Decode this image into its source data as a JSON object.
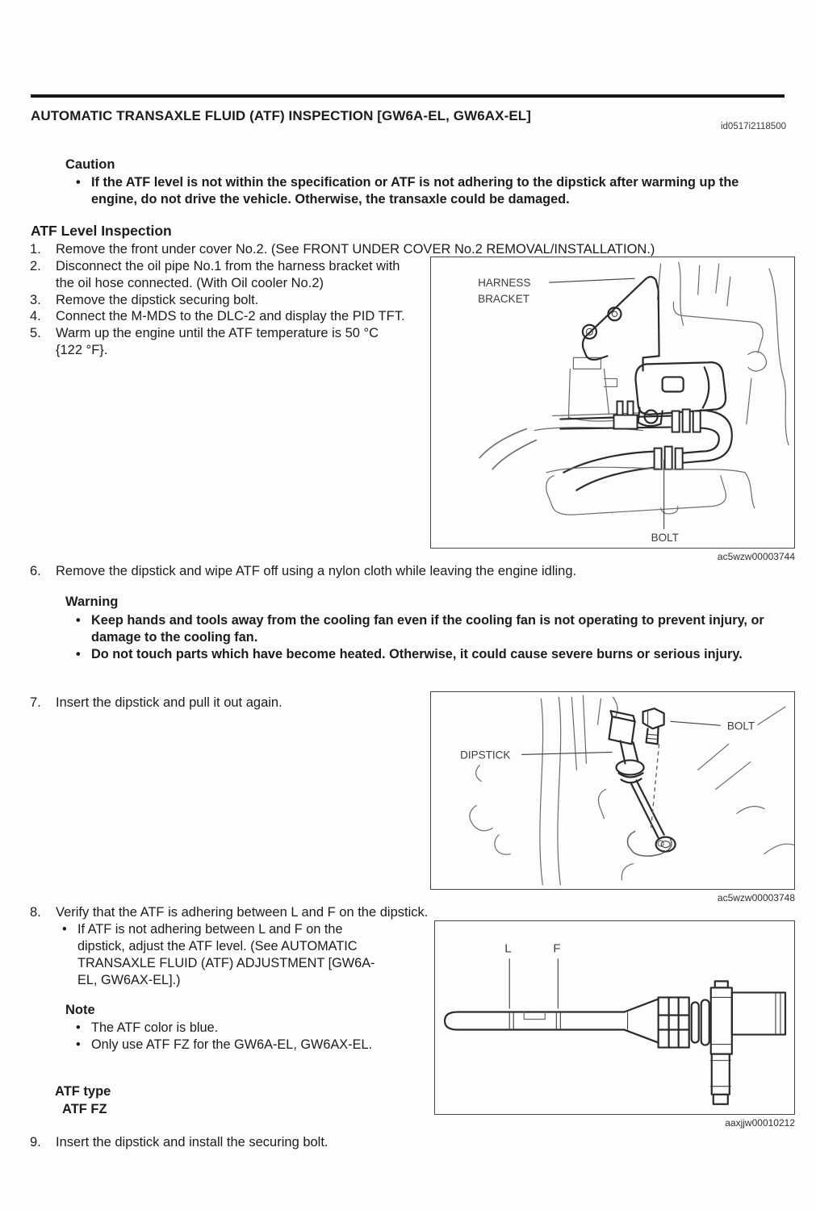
{
  "page": {
    "title": "AUTOMATIC TRANSAXLE FLUID (ATF) INSPECTION [GW6A-EL, GW6AX-EL]",
    "doc_id": "id0517i2118500"
  },
  "colors": {
    "paper": "#fdfdfd",
    "ink": "#1c1c1c",
    "line_art": "#5f5f5f"
  },
  "caution": {
    "heading": "Caution",
    "items": [
      "If the ATF level is not within the specification or ATF is not adhering to the dipstick after warming up the engine, do not drive the vehicle. Otherwise, the transaxle could be damaged."
    ]
  },
  "section": {
    "heading": "ATF Level Inspection"
  },
  "steps": {
    "s1": {
      "num": "1.",
      "text": "Remove the front under cover No.2. (See FRONT UNDER COVER No.2 REMOVAL/INSTALLATION.)"
    },
    "s2": {
      "num": "2.",
      "text": "Disconnect the oil pipe No.1 from the harness bracket with the oil hose connected. (With Oil cooler No.2)"
    },
    "s3": {
      "num": "3.",
      "text": "Remove the dipstick securing bolt."
    },
    "s4": {
      "num": "4.",
      "text": "Connect the M-MDS to the DLC-2 and display the PID TFT."
    },
    "s5": {
      "num": "5.",
      "text": "Warm up the engine until the ATF temperature is 50 °C {122 °F}."
    },
    "s6": {
      "num": "6.",
      "text": "Remove the dipstick and wipe ATF off using a nylon cloth while leaving the engine idling."
    },
    "s7": {
      "num": "7.",
      "text": "Insert the dipstick and pull it out again."
    },
    "s8": {
      "num": "8.",
      "text": "Verify that the ATF is adhering between L and F on the dipstick.",
      "sub": "If ATF is not adhering between L and F on the dipstick, adjust the ATF level. (See AUTOMATIC TRANSAXLE FLUID (ATF) ADJUSTMENT [GW6A-EL, GW6AX-EL].)"
    },
    "s9": {
      "num": "9.",
      "text": "Insert the dipstick and install the securing bolt."
    }
  },
  "warning": {
    "heading": "Warning",
    "items": [
      "Keep hands and tools away from the cooling fan even if the cooling fan is not operating to prevent injury, or damage to the cooling fan.",
      "Do not touch parts which have become heated. Otherwise, it could cause severe burns or serious injury."
    ]
  },
  "note": {
    "heading": "Note",
    "items": [
      "The ATF color is blue.",
      "Only use ATF FZ for the GW6A-EL, GW6AX-EL."
    ]
  },
  "atf_type": {
    "heading": "ATF type",
    "value": "ATF FZ"
  },
  "figures": {
    "f1": {
      "label_harness_1": "HARNESS",
      "label_harness_2": "BRACKET",
      "label_bolt": "BOLT",
      "caption": "ac5wzw00003744"
    },
    "f2": {
      "label_dipstick": "DIPSTICK",
      "label_bolt": "BOLT",
      "caption": "ac5wzw00003748"
    },
    "f3": {
      "label_l": "L",
      "label_f": "F",
      "caption": "aaxjjw00010212"
    }
  }
}
